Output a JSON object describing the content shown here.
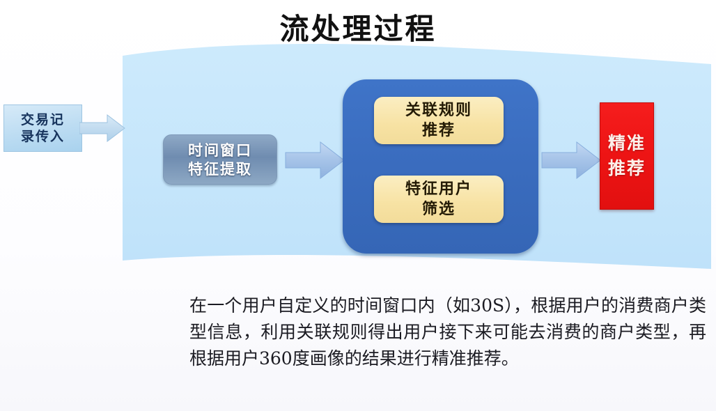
{
  "title": "流处理过程",
  "diagram": {
    "input": {
      "label_line1": "交易记录",
      "label_line2": "录传入",
      "label_display_1": "交易记",
      "label_display_2": "录传入",
      "arrow_name": "input-arrow"
    },
    "feature_extraction": {
      "line1": "时间窗口",
      "line2": "特征提取"
    },
    "engine": {
      "boxes": [
        {
          "line1": "关联规则",
          "line2": "推荐"
        },
        {
          "line1": "特征用户",
          "line2": "筛选"
        }
      ]
    },
    "output": {
      "line1": "精准",
      "line2": "推荐"
    },
    "arrows": {
      "middle": "→",
      "right": "→"
    }
  },
  "caption": "在一个用户自定义的时间窗口内（如30S），根据用户的消费商户类型信息，利用关联规则得出用户接下来可能去消费的商户类型，再根据用户360度画像的结果进行精准推荐。",
  "colors": {
    "page_background": "#ffffff",
    "ribbon": "#c6e6fb",
    "engine_blue": "#3b6fc4",
    "rule_yellow": "#f7e3a6",
    "result_red": "#ee1414",
    "window_gray_blue": "#7a94b5",
    "input_light_blue": "#bcdcf2",
    "arrow_blue": "#9fc1e8",
    "title_text": "#111111",
    "caption_text": "#1b1b22"
  }
}
